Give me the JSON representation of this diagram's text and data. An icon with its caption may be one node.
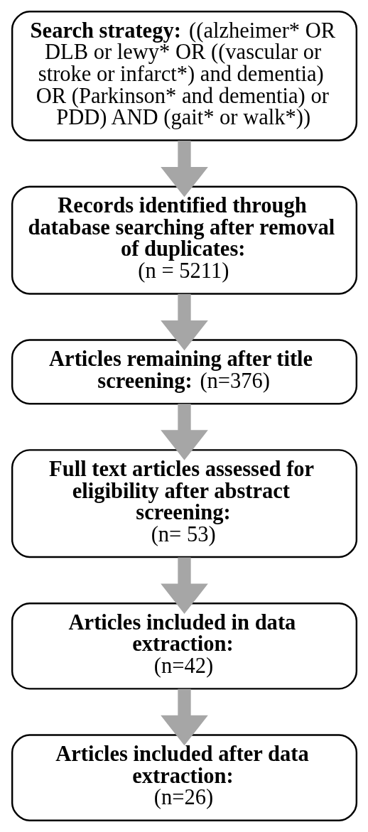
{
  "diagram": {
    "nodes": [
      {
        "text": [
          "**Search strategy:** ((alzheimer* OR DLB or lewy* OR ((vascular or stroke or infarct*) and dementia) OR (Parkinson* and dementia) or PDD) AND (gait* or walk*))"
        ]
      },
      {
        "text": [
          "**Records identified through database searching after removal of duplicates:**",
          "(n = 5211)"
        ]
      },
      {
        "text": [
          "**Articles remaining after title screening:** (n=376)"
        ]
      },
      {
        "text": [
          "**Full text articles assessed for eligibility after abstract screening:**",
          "(n= 53)"
        ]
      },
      {
        "text": [
          "**Articles included in data extraction:**",
          "(n=42)"
        ]
      },
      {
        "text": [
          "**Articles included after data extraction:**",
          "(n=26)"
        ]
      }
    ],
    "edges": [
      {
        "from": 0,
        "to": 1,
        "arrow": "to"
      },
      {
        "from": 1,
        "to": 2,
        "arrow": "to"
      },
      {
        "from": 2,
        "to": 3,
        "arrow": "to"
      },
      {
        "from": 3,
        "to": 4,
        "arrow": "to"
      },
      {
        "from": 4,
        "to": 5,
        "arrow": "to"
      }
    ]
  }
}
